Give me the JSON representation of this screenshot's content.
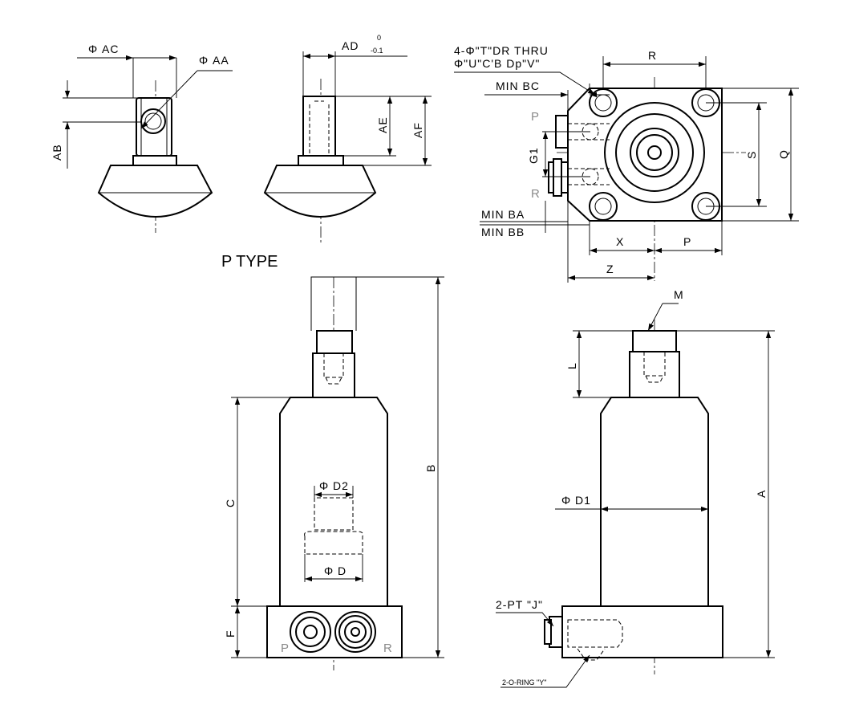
{
  "views": {
    "ptype_title": "P TYPE"
  },
  "labels": {
    "ac": "Φ AC",
    "aa": "Φ AA",
    "ab": "AB",
    "ad": "AD",
    "ad_tol_upper": "0",
    "ad_tol_lower": "-0.1",
    "ae": "AE",
    "af": "AF",
    "thru_note_1": "4-Φ\"T\"DR THRU",
    "thru_note_2": "Φ\"U\"C'B Dp\"V\"",
    "r": "R",
    "min_bc": "MIN BC",
    "p_port": "P",
    "r_port": "R",
    "g1": "G1",
    "s": "S",
    "q": "Q",
    "min_ba": "MIN BA",
    "min_bb": "MIN BB",
    "x": "X",
    "p": "P",
    "z": "Z",
    "m": "M",
    "l": "L",
    "b": "B",
    "c": "C",
    "d2": "Φ D2",
    "d": "Φ D",
    "d1": "Φ D1",
    "a": "A",
    "f": "F",
    "pt_j": "2-PT \"J\"",
    "oring_y": "2-O-RING \"Y\""
  }
}
